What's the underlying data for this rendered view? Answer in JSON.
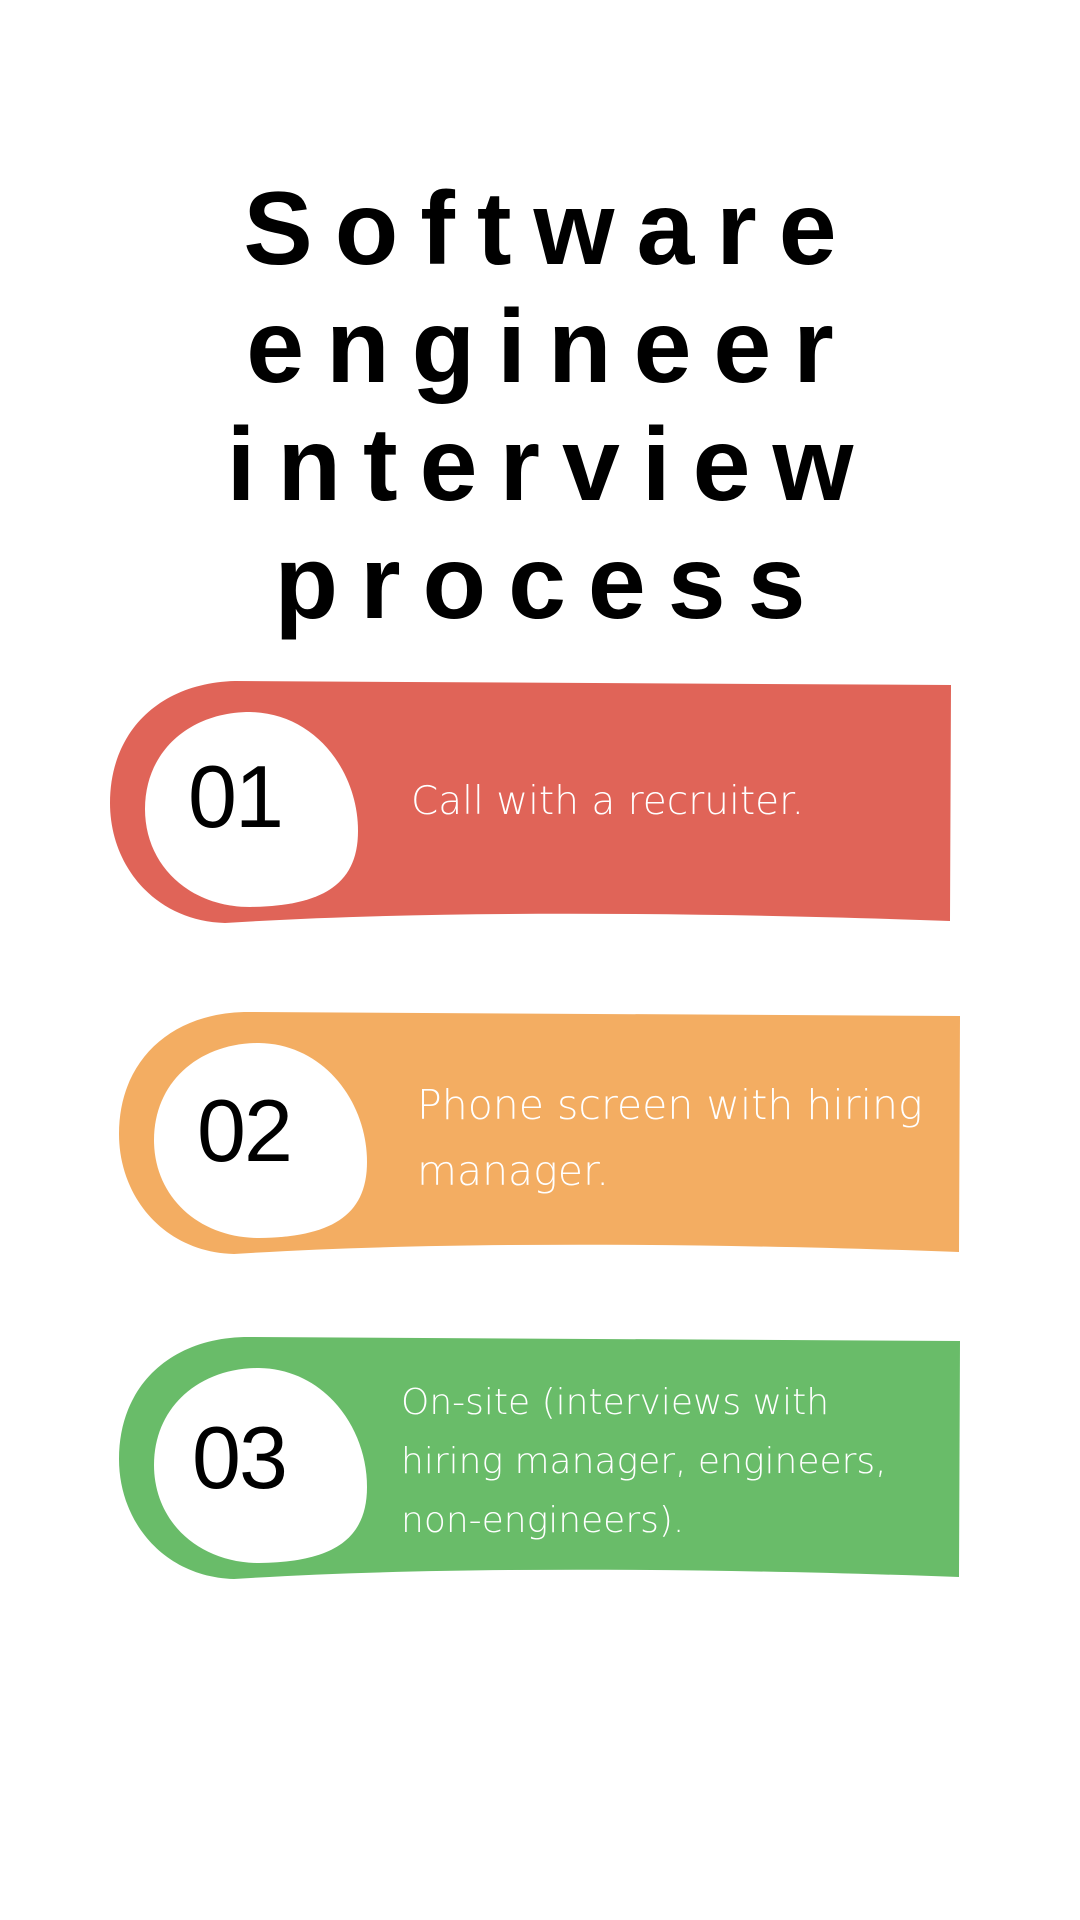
{
  "title": {
    "lines": [
      "Software",
      "engineer",
      "interview",
      "process"
    ]
  },
  "steps": [
    {
      "number": "01",
      "text": "Call with a recruiter.",
      "color": "#E06458"
    },
    {
      "number": "02",
      "text": "Phone screen with hiring manager.",
      "color": "#F3AD62"
    },
    {
      "number": "03",
      "text": "On-site (interviews with hiring manager, engineers, non-engineers).",
      "color": "#69BC69"
    }
  ]
}
